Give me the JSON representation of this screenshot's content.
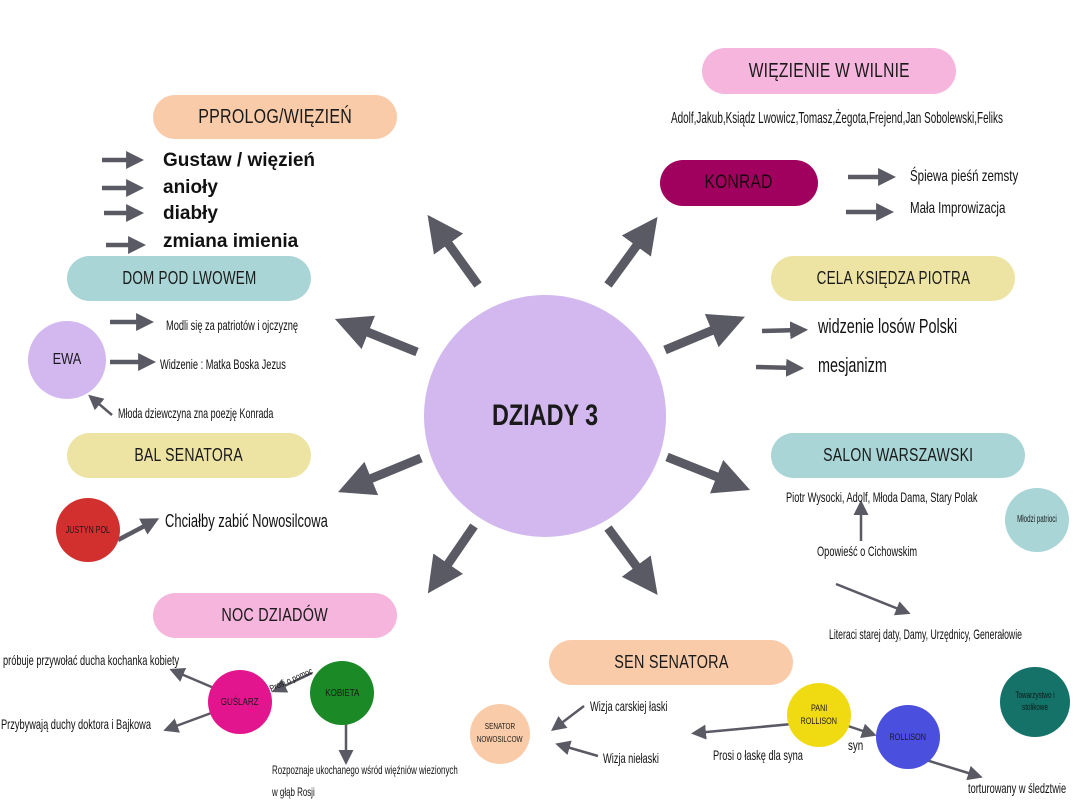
{
  "center": {
    "title": "DZIADY 3",
    "color": "#d2b8ee"
  },
  "colors": {
    "peach": "#f9cba8",
    "pink": "#f5b5dc",
    "teal": "#a9d5d6",
    "yellow": "#ede4a4",
    "arrow": "#5a5a64",
    "konrad": "#a0005e",
    "justyn": "#d1302f",
    "guslarz": "#e3158e",
    "kobieta": "#1b8a26",
    "pani_rollison": "#f0da12",
    "rollison": "#4a4fde",
    "ewa": "#d2b8ee",
    "mlodzi": "#a9d5d6",
    "towarzystwo": "#147269",
    "senator_circle": "#f9cba8"
  },
  "prolog": {
    "title": "PPROLOG/WIĘZIEŃ",
    "items": [
      "Gustaw / więzień",
      "anioły",
      "diabły",
      "zmiana imienia"
    ]
  },
  "wiezienie": {
    "title": "WIĘZIENIE W WILNIE",
    "characters": "Adolf,Jakub,Ksiądz Lwowicz,Tomasz,Żegota,Frejend,Jan Sobolewski,Feliks"
  },
  "konrad": {
    "title": "KONRAD",
    "items": [
      "Śpiewa pieśń zemsty",
      "Mała Improwizacja"
    ]
  },
  "dom": {
    "title": "DOM POD LWOWEM",
    "ewa": "EWA",
    "items": [
      "Modli się za patriotów i ojczyznę",
      "Widzenie : Matka Boska Jezus"
    ],
    "note": "Młoda dziewczyna zna poezję Konrada"
  },
  "cela": {
    "title": "CELA KSIĘDZA PIOTRA",
    "items": [
      "widzenie losów Polski",
      "mesjanizm"
    ]
  },
  "bal": {
    "title": "BAL SENATORA",
    "justyn": "JUSTYN POL",
    "item": "Chciałby zabić Nowosilcowa"
  },
  "salon": {
    "title": "SALON WARSZAWSKI",
    "characters": "Piotr Wysocki, Adolf, Młoda Dama, Stary Polak",
    "mlodzi": "Młodzi patrioci",
    "opowiesc": "Opowieść o Cichowskim",
    "literaci": "Literaci starej daty, Damy, Urzędnicy, Generałowie",
    "towarzystwo": "Towarzystwo i stolikowe"
  },
  "noc": {
    "title": "NOC DZIADÓW",
    "guslarz": "GUŚLARZ",
    "kobieta": "KOBIETA",
    "left_top": "próbuje przywołać ducha kochanka kobiety",
    "left_bottom": "Przybywają duchy doktora i Bajkowa",
    "prosi": "Prosi o pomoc",
    "bottom": [
      "Rozpoznaje ukochanego wśród więźniów wiezionych",
      "w głąb Rosji"
    ]
  },
  "sen": {
    "title": "SEN SENATORA",
    "senator": [
      "SENATOR",
      "NOWOSILCOW"
    ],
    "wizja1": "Wizja carskiej łaski",
    "wizja2": "Wizja niełaski",
    "pani": [
      "PANI",
      "ROLLISON"
    ],
    "rollison": "ROLLISON",
    "prosi": "Prosi o łaskę dla syna",
    "syn": "syn",
    "torturowany": "torturowany w śledztwie"
  }
}
